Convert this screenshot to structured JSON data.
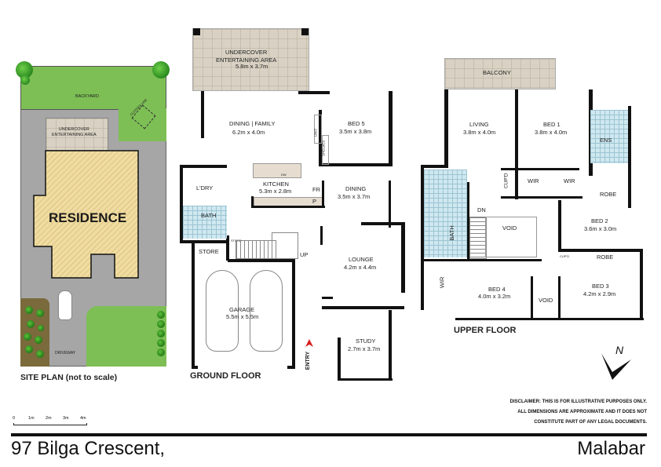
{
  "site_plan": {
    "backyard": "BACKYARD",
    "clothes_line": "CLOTHES LINE",
    "entertaining": "UNDERCOVER\nENTERTAINING AREA",
    "residence": "RESIDENCE",
    "driveway": "DRIVEWAY",
    "caption": "SITE PLAN (not to scale)",
    "colors": {
      "lawn": "#7dbf55",
      "paving": "#a6a6a6",
      "residence": "#f0dca0",
      "garden_bed": "#7a6a3c"
    }
  },
  "ground_floor": {
    "title": "GROUND FLOOR",
    "rooms": {
      "entertaining": {
        "name": "UNDERCOVER\nENTERTAINING AREA",
        "size": "5.8m x 3.7m"
      },
      "dining_family": {
        "name": "DINING | FAMILY",
        "size": "6.2m x 4.0m"
      },
      "bed5": {
        "name": "BED 5",
        "size": "3.5m x 3.8m"
      },
      "kitchen": {
        "name": "KITCHEN",
        "size": "5.3m x 2.8m"
      },
      "dining": {
        "name": "DINING",
        "size": "3.5m x 3.7m"
      },
      "laundry": {
        "name": "L'DRY"
      },
      "bath": {
        "name": "BATH"
      },
      "store_small": {
        "name": "STORE"
      },
      "store": {
        "name": "STORE"
      },
      "lounge": {
        "name": "LOUNGE",
        "size": "4.2m x 4.4m"
      },
      "garage": {
        "name": "GARAGE",
        "size": "5.5m x 5.5m"
      },
      "study": {
        "name": "STUDY",
        "size": "2.7m x 3.7m"
      }
    },
    "fixtures": {
      "unit": "UNIT",
      "shelves": "SHELVES",
      "fridge": "FR",
      "pantry": "P",
      "dishwasher": "DW",
      "up": "UP",
      "entry": "ENTRY"
    }
  },
  "upper_floor": {
    "title": "UPPER FLOOR",
    "rooms": {
      "balcony": {
        "name": "BALCONY"
      },
      "living": {
        "name": "LIVING",
        "size": "3.8m x 4.0m"
      },
      "bed1": {
        "name": "BED 1",
        "size": "3.8m x 4.0m"
      },
      "ens": {
        "name": "ENS"
      },
      "wir1": {
        "name": "WIR"
      },
      "wir2": {
        "name": "WIR"
      },
      "cupd": {
        "name": "CUP'D"
      },
      "robe1": {
        "name": "ROBE"
      },
      "bed2": {
        "name": "BED 2",
        "size": "3.6m x 3.0m"
      },
      "bath": {
        "name": "BATH"
      },
      "void1": {
        "name": "VOID"
      },
      "dn": {
        "name": "DN"
      },
      "cupd2": {
        "name": "CUP'D"
      },
      "robe2": {
        "name": "ROBE"
      },
      "bed3": {
        "name": "BED 3",
        "size": "4.2m x 2.9m"
      },
      "wir3": {
        "name": "WIR"
      },
      "bed4": {
        "name": "BED 4",
        "size": "4.0m x 3.2m"
      },
      "void2": {
        "name": "VOID"
      }
    }
  },
  "north_arrow": {
    "label": "N"
  },
  "disclaimer": [
    "DISCLAIMER: THIS IS FOR ILLUSTRATIVE PURPOSES ONLY.",
    "ALL DIMENSIONS ARE APPROXIMATE AND IT DOES NOT",
    "CONSTITUTE PART OF ANY LEGAL DOCUMENTS."
  ],
  "scale_bar": {
    "ticks": [
      "0",
      "1m",
      "2m",
      "3m",
      "4m"
    ]
  },
  "footer": {
    "address": "97 Bilga Crescent,",
    "suburb": "Malabar"
  }
}
